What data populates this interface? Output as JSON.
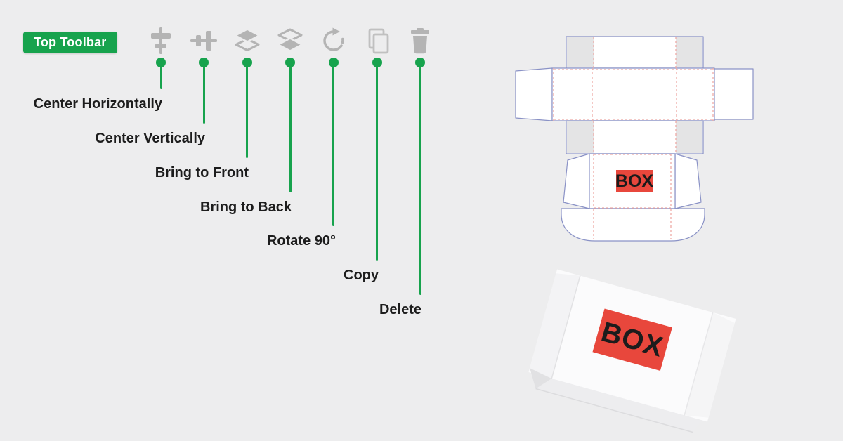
{
  "colors": {
    "background": "#ededee",
    "accent-green": "#17a34d",
    "icon-gray": "#b4b4b4",
    "label-text": "#1d1d1d",
    "cut-line": "#8a92c6",
    "fold-line": "#eeaaa6",
    "panel-gray": "#e4e4e5",
    "box-label-red": "#e8473c"
  },
  "badge": {
    "label": "Top Toolbar"
  },
  "toolbar": {
    "items": [
      {
        "label": "Center Horizontally",
        "icon": "align-center-horizontally-icon"
      },
      {
        "label": "Center Vertically",
        "icon": "align-center-vertically-icon"
      },
      {
        "label": "Bring to Front",
        "icon": "bring-to-front-icon"
      },
      {
        "label": "Bring to Back",
        "icon": "bring-to-back-icon"
      },
      {
        "label": "Rotate 90°",
        "icon": "rotate-90-icon"
      },
      {
        "label": "Copy",
        "icon": "copy-icon"
      },
      {
        "label": "Delete",
        "icon": "delete-icon"
      }
    ]
  },
  "artboard": {
    "dieline_label": "BOX",
    "box_preview_label": "BOX"
  }
}
